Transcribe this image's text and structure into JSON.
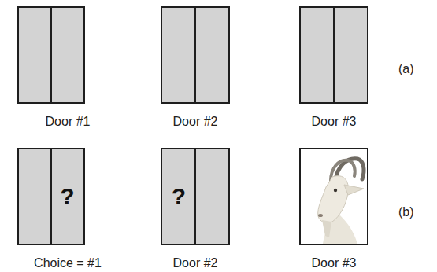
{
  "diagram": {
    "nodes": [
      {
        "text": [
          "Door #1"
        ]
      },
      {
        "text": [
          "Door #2"
        ]
      },
      {
        "text": [
          "Door #3"
        ]
      },
      {
        "text": [
          "?",
          "Choice = #1"
        ]
      },
      {
        "text": [
          "?",
          "Door #2"
        ]
      },
      {
        "text": [
          "Door #3"
        ]
      }
    ],
    "labels": [
      "(a)",
      "(b)"
    ]
  }
}
